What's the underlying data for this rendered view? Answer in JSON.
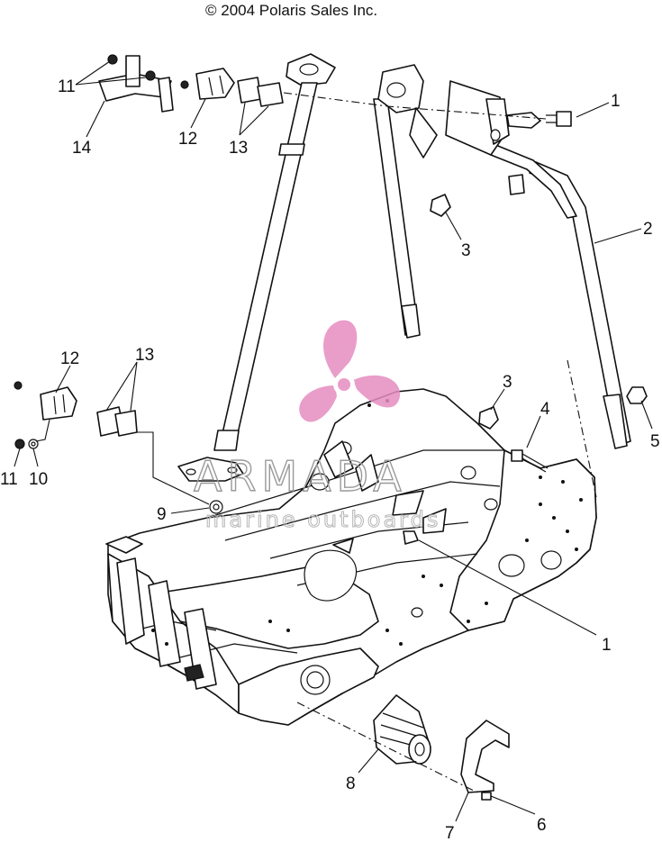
{
  "copyright": "© 2004 Polaris Sales Inc.",
  "watermark": {
    "brand": "ARMADA",
    "tagline": "marine outboards",
    "logo_color": "#e68cc0"
  },
  "callouts": [
    {
      "id": "c-1-top",
      "label": "1"
    },
    {
      "id": "c-2",
      "label": "2"
    },
    {
      "id": "c-3-top",
      "label": "3"
    },
    {
      "id": "c-3-mid",
      "label": "3"
    },
    {
      "id": "c-4",
      "label": "4"
    },
    {
      "id": "c-5",
      "label": "5"
    },
    {
      "id": "c-1-bottom",
      "label": "1"
    },
    {
      "id": "c-6",
      "label": "6"
    },
    {
      "id": "c-7",
      "label": "7"
    },
    {
      "id": "c-8",
      "label": "8"
    },
    {
      "id": "c-9",
      "label": "9"
    },
    {
      "id": "c-10",
      "label": "10"
    },
    {
      "id": "c-11-left",
      "label": "11"
    },
    {
      "id": "c-12-left",
      "label": "12"
    },
    {
      "id": "c-13-left",
      "label": "13"
    },
    {
      "id": "c-11-top",
      "label": "11"
    },
    {
      "id": "c-14",
      "label": "14"
    },
    {
      "id": "c-12-top",
      "label": "12"
    },
    {
      "id": "c-13-top",
      "label": "13"
    }
  ]
}
